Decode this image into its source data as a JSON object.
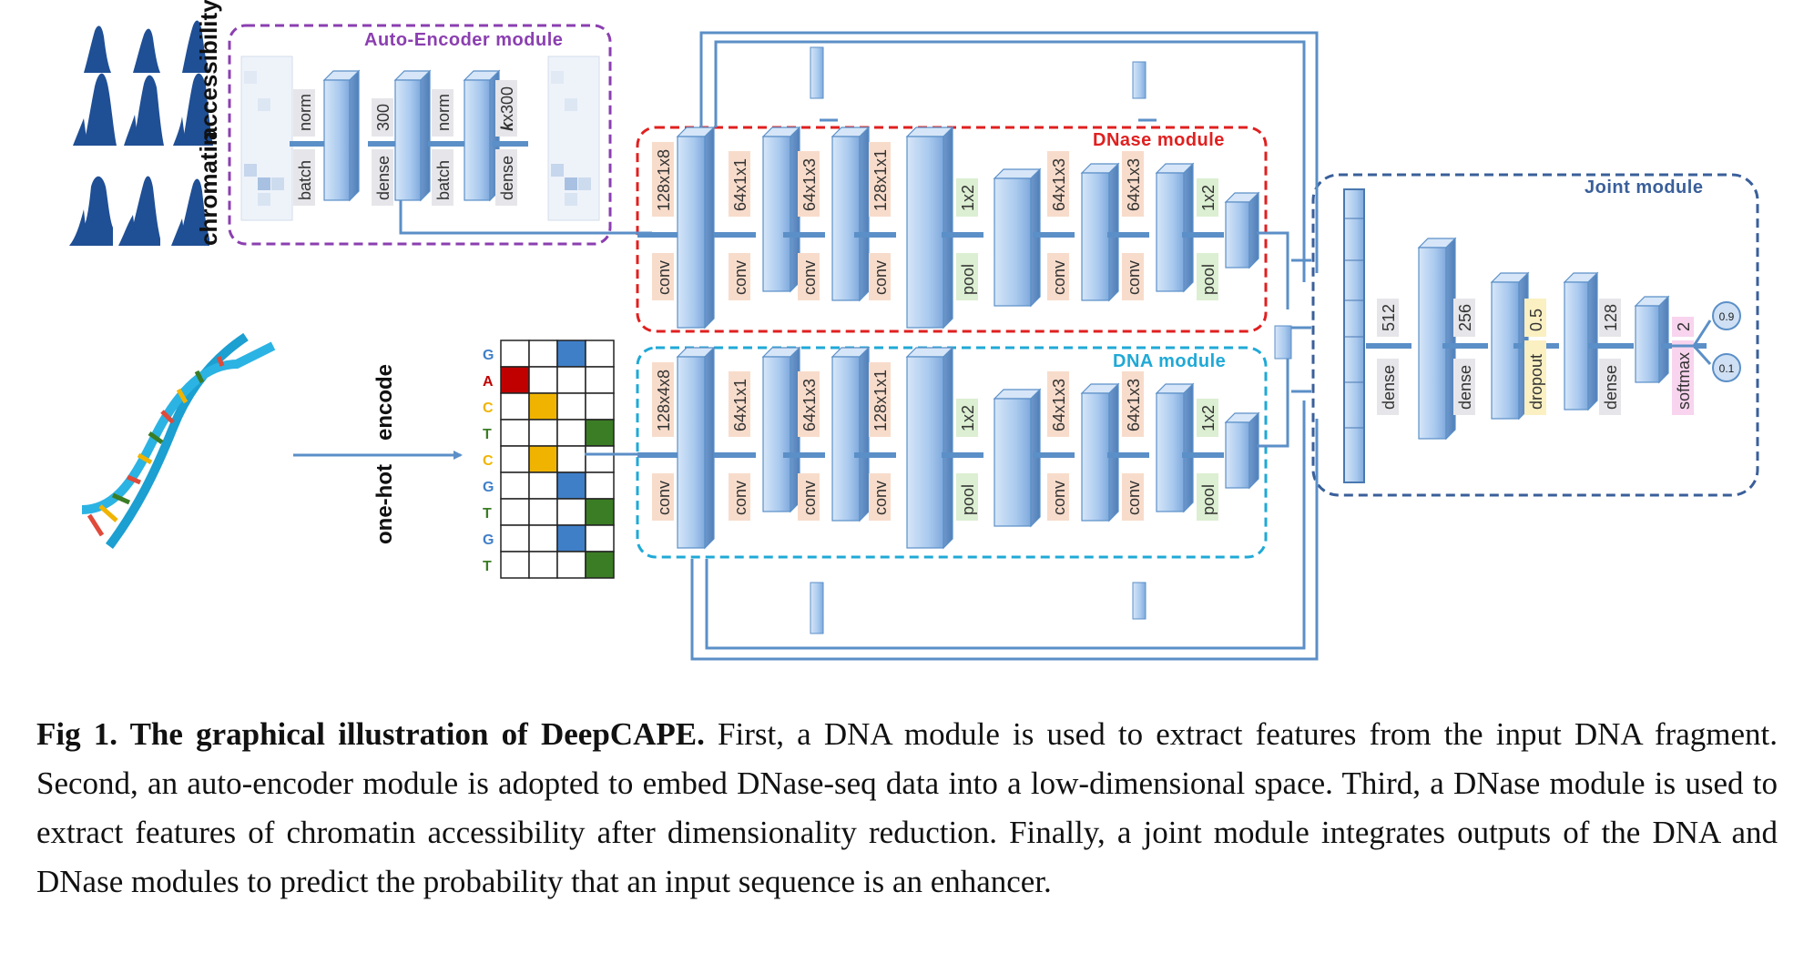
{
  "figure": {
    "modules": {
      "autoencoder": "Auto-Encoder module",
      "dnase": "DNase module",
      "dna": "DNA module",
      "joint": "Joint module"
    },
    "side_labels": {
      "chromatin": "chromatin",
      "accessibility": "accessibility",
      "one_hot_left": "one-hot",
      "one_hot_right": "encode"
    },
    "autoencoder_layers": [
      {
        "top": "norm",
        "bottom": "batch"
      },
      {
        "top": "300",
        "bottom": "dense"
      },
      {
        "top": "norm",
        "bottom": "batch"
      },
      {
        "top_k": "k",
        "top_rest": "x300",
        "bottom": "dense"
      }
    ],
    "branch_layers": [
      {
        "top": "128x1x8",
        "bottom": "conv",
        "kind": "conv"
      },
      {
        "top": "64x1x1",
        "bottom": "conv",
        "kind": "conv"
      },
      {
        "top": "64x1x3",
        "bottom": "conv",
        "kind": "conv"
      },
      {
        "top": "128x1x1",
        "bottom": "conv",
        "kind": "conv"
      },
      {
        "top": "1x2",
        "bottom": "pool",
        "kind": "pool"
      },
      {
        "top": "64x1x3",
        "bottom": "conv",
        "kind": "conv"
      },
      {
        "top": "64x1x3",
        "bottom": "conv",
        "kind": "conv"
      },
      {
        "top": "1x2",
        "bottom": "pool",
        "kind": "pool"
      }
    ],
    "dna_branch_layers": [
      {
        "top": "128x4x8",
        "bottom": "conv",
        "kind": "conv"
      },
      {
        "top": "64x1x1",
        "bottom": "conv",
        "kind": "conv"
      },
      {
        "top": "64x1x3",
        "bottom": "conv",
        "kind": "conv"
      },
      {
        "top": "128x1x1",
        "bottom": "conv",
        "kind": "conv"
      },
      {
        "top": "1x2",
        "bottom": "pool",
        "kind": "pool"
      },
      {
        "top": "64x1x3",
        "bottom": "conv",
        "kind": "conv"
      },
      {
        "top": "64x1x3",
        "bottom": "conv",
        "kind": "conv"
      },
      {
        "top": "1x2",
        "bottom": "pool",
        "kind": "pool"
      }
    ],
    "joint_layers": [
      {
        "top": "512",
        "bottom": "dense",
        "kind": "dense"
      },
      {
        "top": "256",
        "bottom": "dense",
        "kind": "dense"
      },
      {
        "top": "0.5",
        "bottom": "dropout",
        "kind": "dropout"
      },
      {
        "top": "128",
        "bottom": "dense",
        "kind": "dense"
      },
      {
        "top": "2",
        "bottom": "softmax",
        "kind": "softmax"
      }
    ],
    "outputs": [
      "0.9",
      "0.1"
    ],
    "dna_letters": [
      "G",
      "A",
      "C",
      "T",
      "C",
      "G",
      "T",
      "G",
      "T"
    ],
    "colors": {
      "autoencoder_border": "#8b3fb0",
      "dnase_border": "#e02020",
      "dna_border": "#1fa9d6",
      "joint_border": "#3a5f9a",
      "arrow": "#5b8fc7",
      "block_fill": "#a9c9ee",
      "conv_label_bg": "#f8dccb",
      "pool_label_bg": "#dcefd2",
      "dense_label_bg": "#e6e6ea",
      "dropout_label_bg": "#fbf0c2",
      "softmax_label_bg": "#f8d4ee",
      "A": "#c00000",
      "C": "#f0b400",
      "G": "#3f7fc8",
      "T": "#3b7d24"
    }
  },
  "caption": {
    "bold": "Fig 1. The graphical illustration of DeepCAPE.",
    "text": " First, a DNA module is used to extract features from the input DNA fragment. Second, an auto-encoder module is adopted to embed DNase-seq data into a low-dimensional space. Third, a DNase module is used to extract features of chromatin accessibility after dimensionality reduction. Finally, a joint module integrates outputs of the DNA and DNase modules to predict the probability that an input sequence is an enhancer."
  }
}
